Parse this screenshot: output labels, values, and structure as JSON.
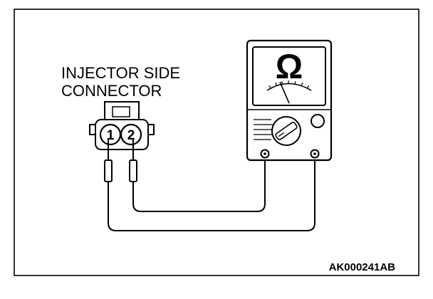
{
  "connector": {
    "label_line1": "INJECTOR SIDE",
    "label_line2": "CONNECTOR",
    "pins": [
      "1",
      "2"
    ]
  },
  "meter": {
    "unit_symbol": "Ω"
  },
  "figure": {
    "code": "AK000241AB"
  },
  "colors": {
    "ink": "#000000",
    "paper": "#ffffff"
  }
}
